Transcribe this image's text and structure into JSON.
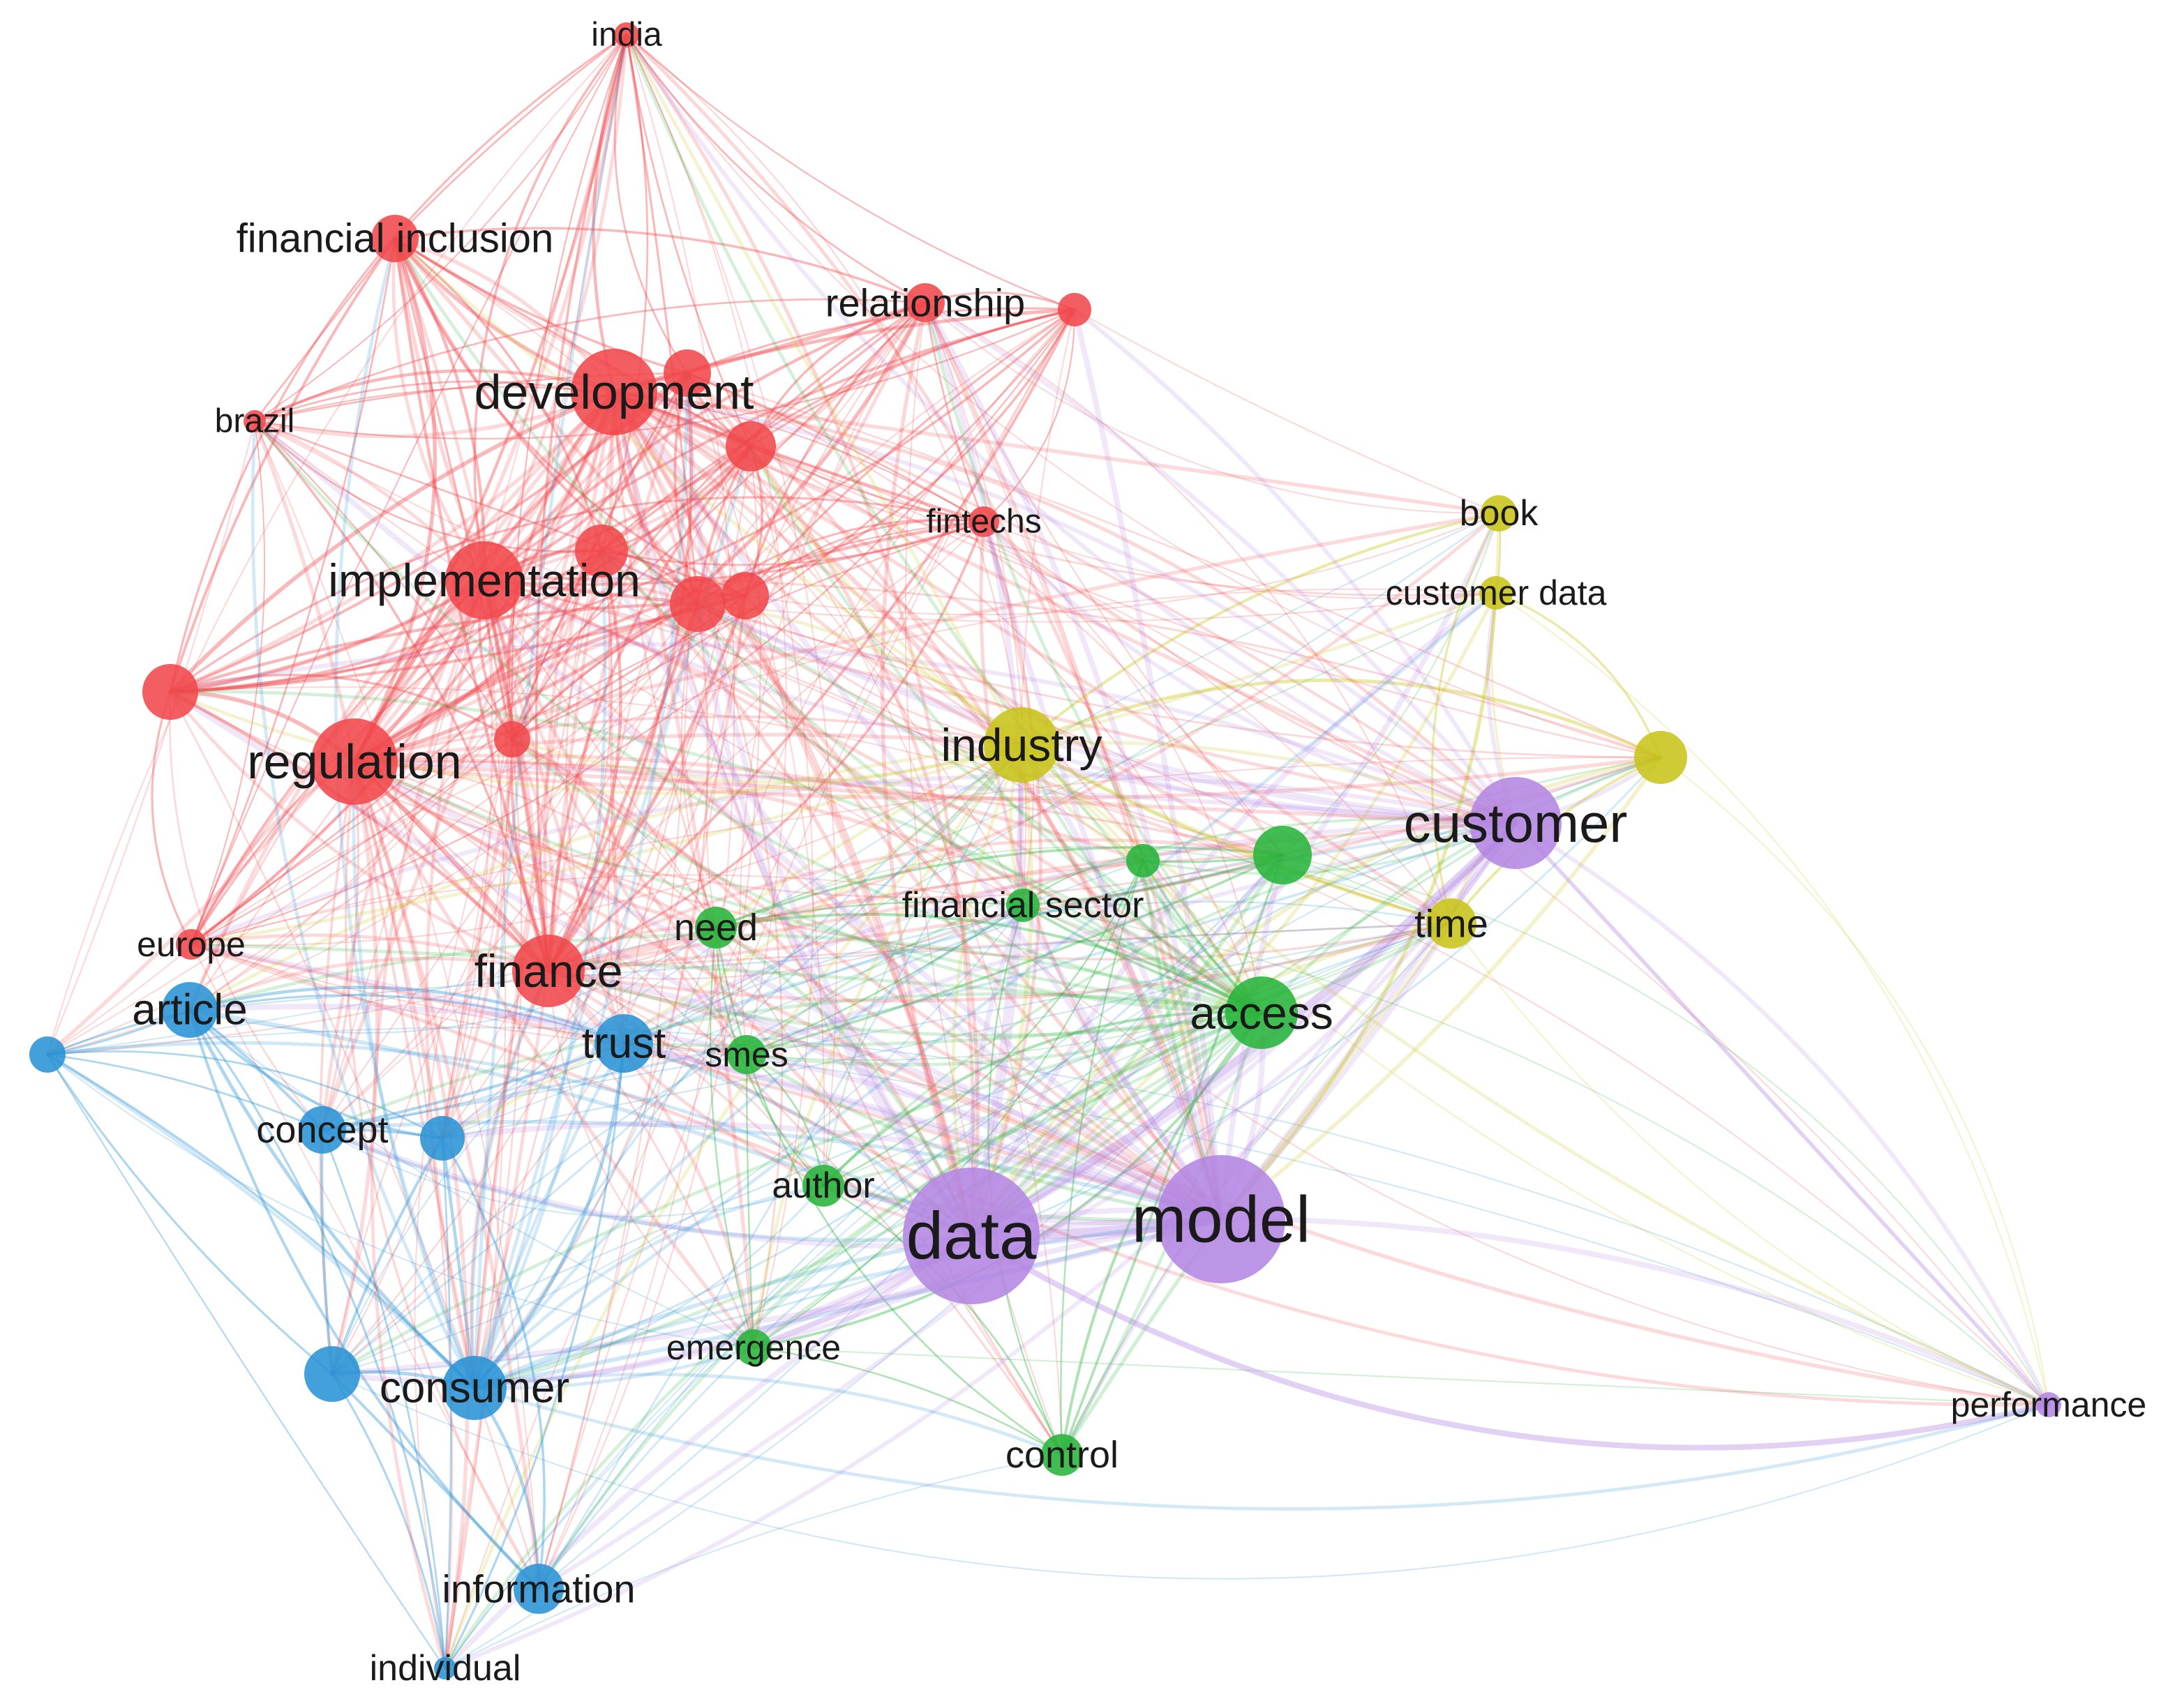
{
  "clusters": {
    "red": "#f0484b",
    "blue": "#2a93d5",
    "green": "#27b43a",
    "yellow": "#c8c41a",
    "purple": "#b486e2"
  },
  "nodes": [
    {
      "id": "india",
      "label": "india",
      "cluster": "red",
      "weight": 1
    },
    {
      "id": "financial-inclusion",
      "label": "financial inclusion",
      "cluster": "red",
      "weight": 2
    },
    {
      "id": "relationship",
      "label": "relationship",
      "cluster": "red",
      "weight": 2
    },
    {
      "id": "red-node-a",
      "label": "",
      "cluster": "red",
      "weight": 1.5
    },
    {
      "id": "development",
      "label": "development",
      "cluster": "red",
      "weight": 4
    },
    {
      "id": "red-node-b",
      "label": "",
      "cluster": "red",
      "weight": 2
    },
    {
      "id": "brazil",
      "label": "brazil",
      "cluster": "red",
      "weight": 1
    },
    {
      "id": "red-node-c",
      "label": "",
      "cluster": "red",
      "weight": 2
    },
    {
      "id": "fintechs",
      "label": "fintechs",
      "cluster": "red",
      "weight": 1
    },
    {
      "id": "red-node-d",
      "label": "",
      "cluster": "red",
      "weight": 2
    },
    {
      "id": "implementation",
      "label": "implementation",
      "cluster": "red",
      "weight": 3
    },
    {
      "id": "red-node-e",
      "label": "",
      "cluster": "red",
      "weight": 2.5
    },
    {
      "id": "red-node-f",
      "label": "",
      "cluster": "red",
      "weight": 2
    },
    {
      "id": "red-node-g",
      "label": "",
      "cluster": "red",
      "weight": 2.5
    },
    {
      "id": "regulation",
      "label": "regulation",
      "cluster": "red",
      "weight": 4
    },
    {
      "id": "red-node-h",
      "label": "",
      "cluster": "red",
      "weight": 1.5
    },
    {
      "id": "europe",
      "label": "europe",
      "cluster": "red",
      "weight": 1
    },
    {
      "id": "finance",
      "label": "finance",
      "cluster": "red",
      "weight": 3
    },
    {
      "id": "blue-node-a",
      "label": "",
      "cluster": "blue",
      "weight": 1
    },
    {
      "id": "article",
      "label": "article",
      "cluster": "blue",
      "weight": 2.5
    },
    {
      "id": "trust",
      "label": "trust",
      "cluster": "blue",
      "weight": 2.5
    },
    {
      "id": "concept",
      "label": "concept",
      "cluster": "blue",
      "weight": 2
    },
    {
      "id": "blue-node-b",
      "label": "",
      "cluster": "blue",
      "weight": 2
    },
    {
      "id": "blue-node-c",
      "label": "",
      "cluster": "blue",
      "weight": 2.5
    },
    {
      "id": "consumer",
      "label": "consumer",
      "cluster": "blue",
      "weight": 3
    },
    {
      "id": "information",
      "label": "information",
      "cluster": "blue",
      "weight": 2
    },
    {
      "id": "individual",
      "label": "individual",
      "cluster": "blue",
      "weight": 1
    },
    {
      "id": "need",
      "label": "need",
      "cluster": "green",
      "weight": 1.5
    },
    {
      "id": "smes",
      "label": "smes",
      "cluster": "green",
      "weight": 1.5
    },
    {
      "id": "financial-sector",
      "label": "financial sector",
      "cluster": "green",
      "weight": 1.2
    },
    {
      "id": "green-node-a",
      "label": "",
      "cluster": "green",
      "weight": 1.2
    },
    {
      "id": "green-node-b",
      "label": "",
      "cluster": "green",
      "weight": 2.5
    },
    {
      "id": "access",
      "label": "access",
      "cluster": "green",
      "weight": 3
    },
    {
      "id": "author",
      "label": "author",
      "cluster": "green",
      "weight": 1.5
    },
    {
      "id": "emergence",
      "label": "emergence",
      "cluster": "green",
      "weight": 1.2
    },
    {
      "id": "control",
      "label": "control",
      "cluster": "green",
      "weight": 1.5
    },
    {
      "id": "industry",
      "label": "industry",
      "cluster": "yellow",
      "weight": 3
    },
    {
      "id": "book",
      "label": "book",
      "cluster": "yellow",
      "weight": 1.5
    },
    {
      "id": "customer-data",
      "label": "customer data",
      "cluster": "yellow",
      "weight": 1.2
    },
    {
      "id": "yellow-node-a",
      "label": "",
      "cluster": "yellow",
      "weight": 2.5
    },
    {
      "id": "time",
      "label": "time",
      "cluster": "yellow",
      "weight": 2
    },
    {
      "id": "customer",
      "label": "customer",
      "cluster": "purple",
      "weight": 5
    },
    {
      "id": "data",
      "label": "data",
      "cluster": "purple",
      "weight": 8
    },
    {
      "id": "model",
      "label": "model",
      "cluster": "purple",
      "weight": 8
    },
    {
      "id": "performance",
      "label": "performance",
      "cluster": "purple",
      "weight": 1
    }
  ]
}
